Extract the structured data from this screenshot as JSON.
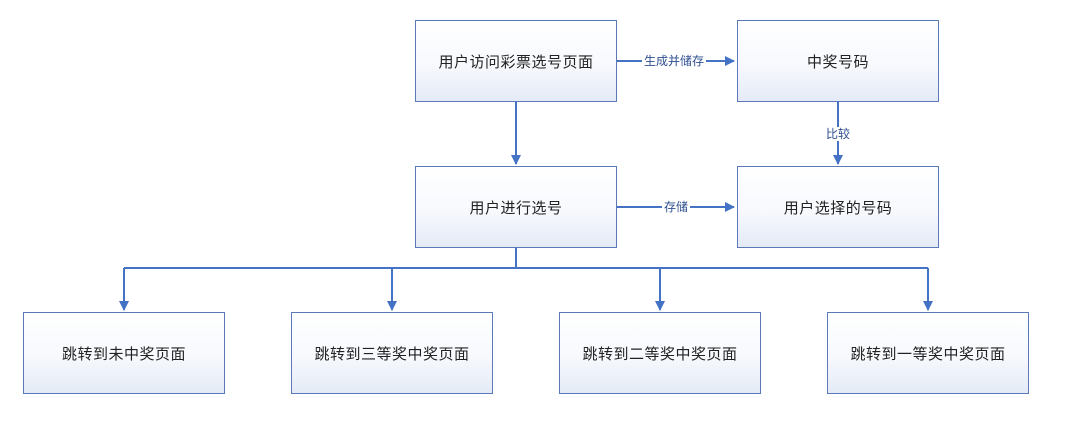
{
  "nodes": {
    "visit_page": "用户访问彩票选号页面",
    "winning_number": "中奖号码",
    "user_select": "用户进行选号",
    "user_number": "用户选择的号码",
    "no_prize": "跳转到未中奖页面",
    "third_prize": "跳转到三等奖中奖页面",
    "second_prize": "跳转到二等奖中奖页面",
    "first_prize": "跳转到一等奖中奖页面"
  },
  "edges": {
    "generate_store": "生成并储存",
    "compare": "比较",
    "store": "存储"
  },
  "colors": {
    "line": "#4472c4",
    "border": "#5b79b8"
  }
}
